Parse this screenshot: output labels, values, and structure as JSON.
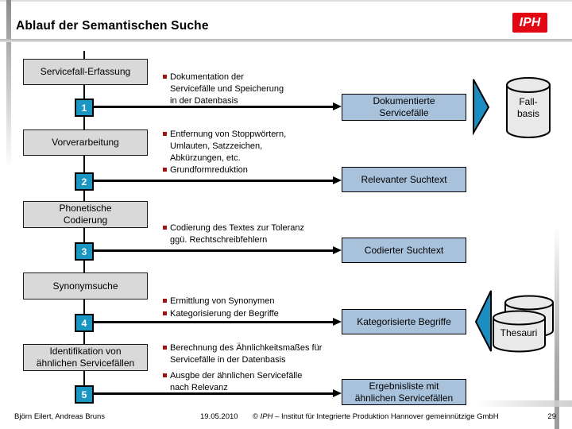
{
  "header": {
    "title": "Ablauf der Semantischen Suche",
    "logo": "IPH"
  },
  "stages": [
    {
      "number": "1",
      "label_lines": [
        "Servicefall-Erfassung"
      ],
      "bullets": [
        [
          "Dokumentation der",
          "Servicefälle und Speicherung",
          "in der Datenbasis"
        ]
      ],
      "result_lines": [
        "Dokumentierte",
        "Servicefälle"
      ]
    },
    {
      "number": "2",
      "label_lines": [
        "Vorverarbeitung"
      ],
      "bullets": [
        [
          "Entfernung von Stoppwörtern,",
          "Umlauten, Satzzeichen,",
          "Abkürzungen, etc."
        ],
        [
          "Grundformreduktion"
        ]
      ],
      "result_lines": [
        "Relevanter Suchtext"
      ]
    },
    {
      "number": "3",
      "label_lines": [
        "Phonetische",
        "Codierung"
      ],
      "bullets": [
        [
          "Codierung des Textes zur Toleranz",
          "ggü. Rechtschreibfehlern"
        ]
      ],
      "result_lines": [
        "Codierter Suchtext"
      ]
    },
    {
      "number": "4",
      "label_lines": [
        "Synonymsuche"
      ],
      "bullets": [
        [
          "Ermittlung von Synonymen"
        ],
        [
          "Kategorisierung der Begriffe"
        ]
      ],
      "result_lines": [
        "Kategorisierte Begriffe"
      ]
    },
    {
      "number": "5",
      "label_lines": [
        "Identifikation von",
        "ähnlichen Servicefällen"
      ],
      "bullets": [
        [
          "Berechnung des Ähnlichkeitsmaßes für",
          "Servicefälle in der Datenbasis"
        ],
        [
          "Ausgbe der ähnlichen Servicefälle",
          "nach Relevanz"
        ]
      ],
      "result_lines": [
        "Ergebnisliste mit",
        "ähnlichen Servicefällen"
      ]
    }
  ],
  "databases": [
    {
      "name": "fallbasis",
      "label_lines": [
        "Fall-",
        "basis"
      ]
    },
    {
      "name": "thesauri",
      "label_lines": [
        "Thesauri"
      ]
    }
  ],
  "footer": {
    "authors": "Björn Eilert, Andreas Bruns",
    "date": "19.05.2010",
    "copyright_symbol": "©",
    "copyright_org": "IPH",
    "copyright_rest": "– Institut für Integrierte Produktion Hannover gemeinnützige GmbH",
    "page": "29"
  },
  "colors": {
    "accent_blue": "#1b96c3",
    "big_arrow_blue": "#1b8dc0",
    "result_fill": "#a9c2dc",
    "stage_fill": "#d9d9d9",
    "bullet_red": "#9e1414",
    "logo_red": "#e30613",
    "cylinder_fill": "#e9e9e9"
  }
}
